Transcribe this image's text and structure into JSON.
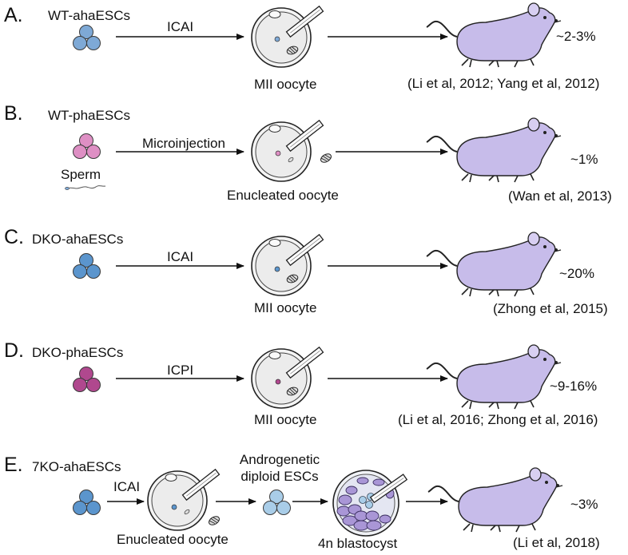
{
  "panels": [
    {
      "letter": "A.",
      "cell_line": "WT-ahaESCs",
      "method": "ICAI",
      "oocyte": "MII oocyte",
      "efficiency": "~2-3%",
      "reference": "(Li et al, 2012; Yang et al, 2012)",
      "cell_color": "#7ea9d6"
    },
    {
      "letter": "B.",
      "cell_line": "WT-phaESCs",
      "extra_label": "Sperm",
      "method": "Microinjection",
      "oocyte": "Enucleated oocyte",
      "efficiency": "~1%",
      "reference": "(Wan et al, 2013)",
      "cell_color": "#de8fc4"
    },
    {
      "letter": "C.",
      "cell_line": "DKO-ahaESCs",
      "method": "ICAI",
      "oocyte": "MII oocyte",
      "efficiency": "~20%",
      "reference": "(Zhong et al, 2015)",
      "cell_color": "#5b95cd"
    },
    {
      "letter": "D.",
      "cell_line": "DKO-phaESCs",
      "method": "ICPI",
      "oocyte": "MII oocyte",
      "efficiency": "~9-16%",
      "reference": "(Li et al, 2016; Zhong et al, 2016)",
      "cell_color": "#b0488e"
    },
    {
      "letter": "E.",
      "cell_line": "7KO-ahaESCs",
      "method": "ICAI",
      "oocyte": "Enucleated oocyte",
      "intermediate": "Androgenetic diploid ESCs",
      "blastocyst": "4n blastocyst",
      "efficiency": "~3%",
      "reference": "(Li et al, 2018)",
      "cell_color": "#5b95cd",
      "intermediate_color": "#a9cde8"
    }
  ],
  "colors": {
    "mouse": "#c7bcea",
    "blastocyst": "#a996d6",
    "arrow": "#111111"
  },
  "icons": {
    "mouse": "mouse-icon",
    "oocyte": "oocyte-icon",
    "pipette": "injection-pipette-icon",
    "blastocyst": "blastocyst-icon",
    "sperm": "sperm-icon"
  }
}
